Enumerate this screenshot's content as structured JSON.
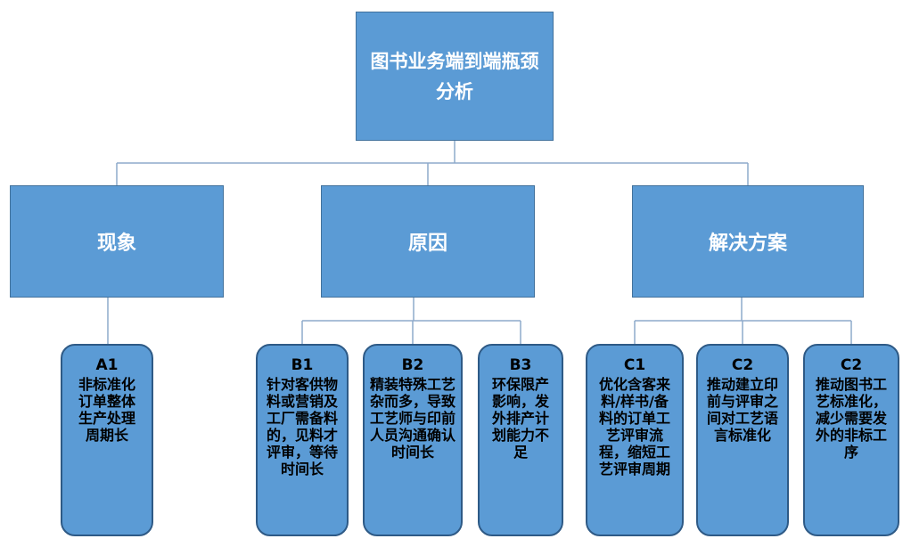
{
  "root": {
    "title": "图书业务端到端瓶颈分析"
  },
  "categories": {
    "phenomenon": "现象",
    "cause": "原因",
    "solution": "解决方案"
  },
  "leaves": {
    "a1": {
      "code": "A1",
      "text": "非标准化订单整体生产处理周期长"
    },
    "b1": {
      "code": "B1",
      "text": "针对客供物料或营销及工厂需备料的，见料才评审，等待时间长"
    },
    "b2": {
      "code": "B2",
      "text": "精装特殊工艺杂而多，导致工艺师与印前人员沟通确认时间长"
    },
    "b3": {
      "code": "B3",
      "text": "环保限产影响，发外排产计划能力不足"
    },
    "c1": {
      "code": "C1",
      "text": "优化含客来料/样书/备料的订单工艺评审流程，缩短工艺评审周期"
    },
    "c2a": {
      "code": "C2",
      "text": "推动建立印前与评审之间对工艺语言标准化"
    },
    "c2b": {
      "code": "C2",
      "text": "推动图书工艺标准化，减少需要发外的非标工序"
    }
  },
  "colors": {
    "box_fill": "#5b9bd5",
    "box_border": "#41719c",
    "leaf_text": "#000000",
    "connector": "#8eaacb"
  }
}
